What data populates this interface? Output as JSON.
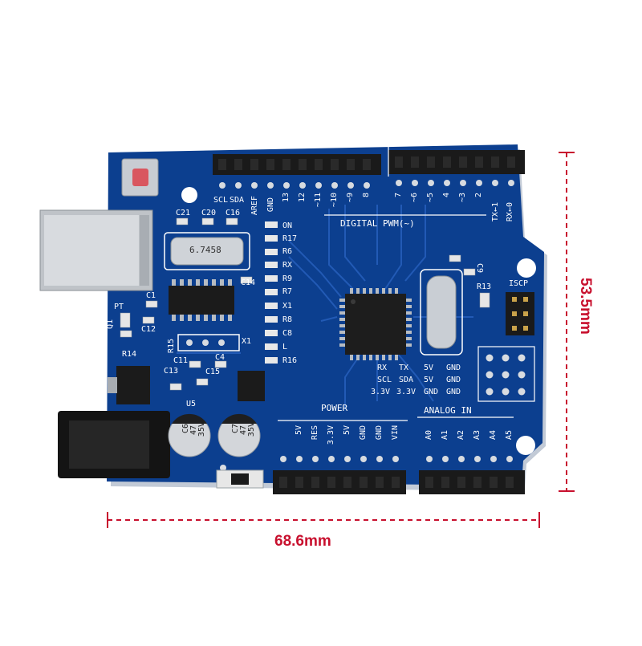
{
  "dimensions": {
    "width": "68.6mm",
    "height": "53.5mm",
    "color": "#c8102e"
  },
  "colors": {
    "board": "#0c3f8f",
    "header": "#1a1a1a",
    "silk": "#ffffff"
  },
  "chips": {
    "crystal": "6.7458"
  },
  "capacitors": {
    "c6": {
      "name": "C6",
      "value": "47",
      "voltage": "35V"
    },
    "c7": {
      "name": "C7",
      "value": "47",
      "voltage": "35V"
    }
  },
  "labels": {
    "scl": "SCL",
    "sda": "SDA",
    "aref": "AREF",
    "gnd": "GND",
    "c21": "C21",
    "c20": "C20",
    "c16": "C16",
    "on": "ON",
    "r17": "R17",
    "r6": "R6",
    "rx_led": "RX",
    "r9": "R9",
    "r7": "R7",
    "x1": "X1",
    "r8": "R8",
    "c8": "C8",
    "l": "L",
    "r16": "R16",
    "c1": "C1",
    "c14": "C14",
    "pt": "PT",
    "q1": "Q1",
    "c12": "C12",
    "r14": "R14",
    "r15": "R15",
    "x1b": "X1",
    "c11": "C11",
    "c4": "C4",
    "c13": "C13",
    "c15": "C15",
    "u5": "U5",
    "r13": "R13",
    "c9": "C9",
    "icsp": "ISCP",
    "digital": "DIGITAL PWM(~)",
    "tx": "TX←1",
    "rx": "RX←0",
    "power": "POWER",
    "analog": "ANALOG IN",
    "row1": [
      "RX",
      "TX",
      "5V",
      "GND"
    ],
    "row2": [
      "SCL",
      "SDA",
      "5V",
      "GND"
    ],
    "row3": [
      "3.3V",
      "3.3V",
      "GND",
      "GND"
    ]
  },
  "digital_pins": [
    "13",
    "12",
    "~11",
    "~10",
    "~9",
    "8",
    "7",
    "~6",
    "~5",
    "4",
    "~3",
    "2"
  ],
  "power_pins": [
    "5V",
    "RES",
    "3.3V",
    "5V",
    "GND",
    "GND",
    "VIN"
  ],
  "analog_pins": [
    "A0",
    "A1",
    "A2",
    "A3",
    "A4",
    "A5"
  ]
}
